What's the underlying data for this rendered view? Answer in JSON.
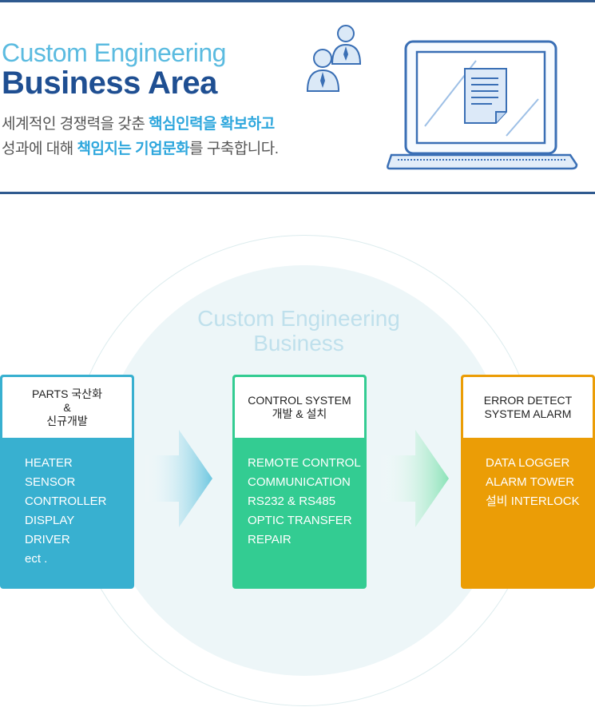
{
  "header": {
    "kicker": "Custom Engineering",
    "title": "Business Area",
    "line1": {
      "prefix": "세계적인 경쟁력을 갖춘 ",
      "highlight": "핵심인력을 확보하고",
      "suffix": ""
    },
    "line2": {
      "prefix": "성과에 대해 ",
      "highlight": "책임지는 기업문화",
      "suffix": "를 구축합니다."
    },
    "illustration_icons": [
      "people-icon",
      "laptop-document-icon"
    ]
  },
  "center_label": {
    "line1": "Custom Engineering",
    "line2": "Business"
  },
  "boxes": [
    {
      "head": [
        "PARTS 국산화",
        "&",
        "신규개발"
      ],
      "items": [
        "HEATER",
        "SENSOR",
        "CONTROLLER",
        "DISPLAY",
        "DRIVER",
        "ect ."
      ],
      "color": "#38b0d0"
    },
    {
      "head": [
        "CONTROL SYSTEM",
        "개발 & 설치"
      ],
      "items": [
        "REMOTE CONTROL",
        "COMMUNICATION",
        "RS232 & RS485",
        "OPTIC TRANSFER",
        "REPAIR"
      ],
      "color": "#33cc92"
    },
    {
      "head": [
        "ERROR DETECT",
        "SYSTEM ALARM"
      ],
      "items": [
        "DATA LOGGER",
        "ALARM TOWER",
        "설비 INTERLOCK"
      ],
      "color": "#eb9d06"
    }
  ],
  "colors": {
    "navy": "#1f4f92",
    "sky": "#2ea7dd",
    "line": "#2f5a8f"
  }
}
